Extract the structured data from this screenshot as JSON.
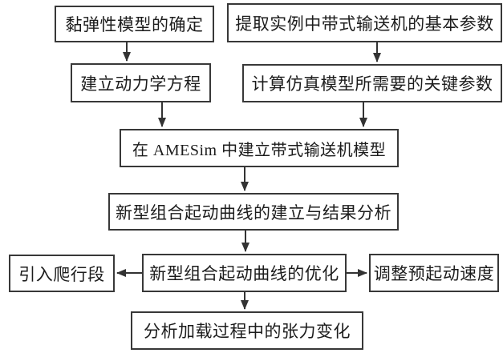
{
  "diagram": {
    "type": "flowchart",
    "title_semantic": "belt-conveyor-modeling-and-starting-curve-optimization-flow",
    "colors": {
      "background": "#ffffff",
      "box_fill": "#ffffff",
      "box_border": "#383838",
      "arrow": "#333333",
      "text": "#1c1c1c"
    },
    "boxes": [
      {
        "id": "viscoelastic-model",
        "label": "黏弹性模型的确定"
      },
      {
        "id": "extract-basic-parameters",
        "label": "提取实例中带式输送机的基本参数"
      },
      {
        "id": "dynamics-equation",
        "label": "建立动力学方程"
      },
      {
        "id": "key-simulation-parameters",
        "label": "计算仿真模型所需要的关键参数"
      },
      {
        "id": "amesim-model",
        "label": "在 AMESim 中建立带式输送机模型"
      },
      {
        "id": "curve-establish-analysis",
        "label": "新型组合起动曲线的建立与结果分析"
      },
      {
        "id": "crawl-section",
        "label": "引入爬行段"
      },
      {
        "id": "curve-optimization",
        "label": "新型组合起动曲线的优化"
      },
      {
        "id": "prestart-speed",
        "label": "调整预起动速度"
      },
      {
        "id": "tension-analysis",
        "label": "分析加载过程中的张力变化"
      }
    ],
    "edges": [
      {
        "from": "viscoelastic-model",
        "to": "dynamics-equation",
        "direction": "down"
      },
      {
        "from": "extract-basic-parameters",
        "to": "key-simulation-parameters",
        "direction": "down"
      },
      {
        "from": "dynamics-equation",
        "to": "amesim-model",
        "direction": "down"
      },
      {
        "from": "key-simulation-parameters",
        "to": "amesim-model",
        "direction": "down"
      },
      {
        "from": "amesim-model",
        "to": "curve-establish-analysis",
        "direction": "down"
      },
      {
        "from": "curve-establish-analysis",
        "to": "curve-optimization",
        "direction": "down"
      },
      {
        "from": "curve-optimization",
        "to": "crawl-section",
        "direction": "left"
      },
      {
        "from": "curve-optimization",
        "to": "prestart-speed",
        "direction": "right"
      },
      {
        "from": "curve-optimization",
        "to": "tension-analysis",
        "direction": "down"
      }
    ]
  }
}
